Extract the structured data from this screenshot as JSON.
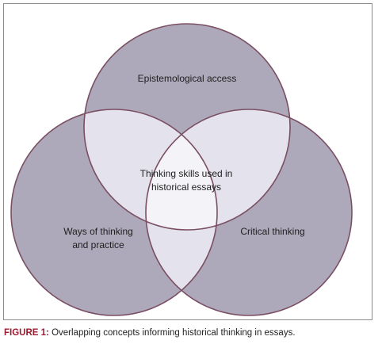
{
  "diagram": {
    "circles": {
      "top": {
        "label": "Epistemological access"
      },
      "left": {
        "label_lines": [
          "Ways of thinking",
          "and practice"
        ]
      },
      "right": {
        "label": "Critical thinking"
      }
    },
    "center": {
      "label_lines": [
        "Thinking skills used in",
        "historical essays"
      ]
    },
    "colors": {
      "circle_fill": "#aea9ba",
      "circle_stroke": "#7a4f63",
      "pair_overlap_fill": "#e4e2ec",
      "center_fill": "#f4f3f8",
      "frame_border": "#8c8c8c",
      "caption_label": "#9b1b30"
    }
  },
  "caption": {
    "label": "FIGURE 1:",
    "text": " Overlapping concepts informing historical thinking in essays."
  }
}
